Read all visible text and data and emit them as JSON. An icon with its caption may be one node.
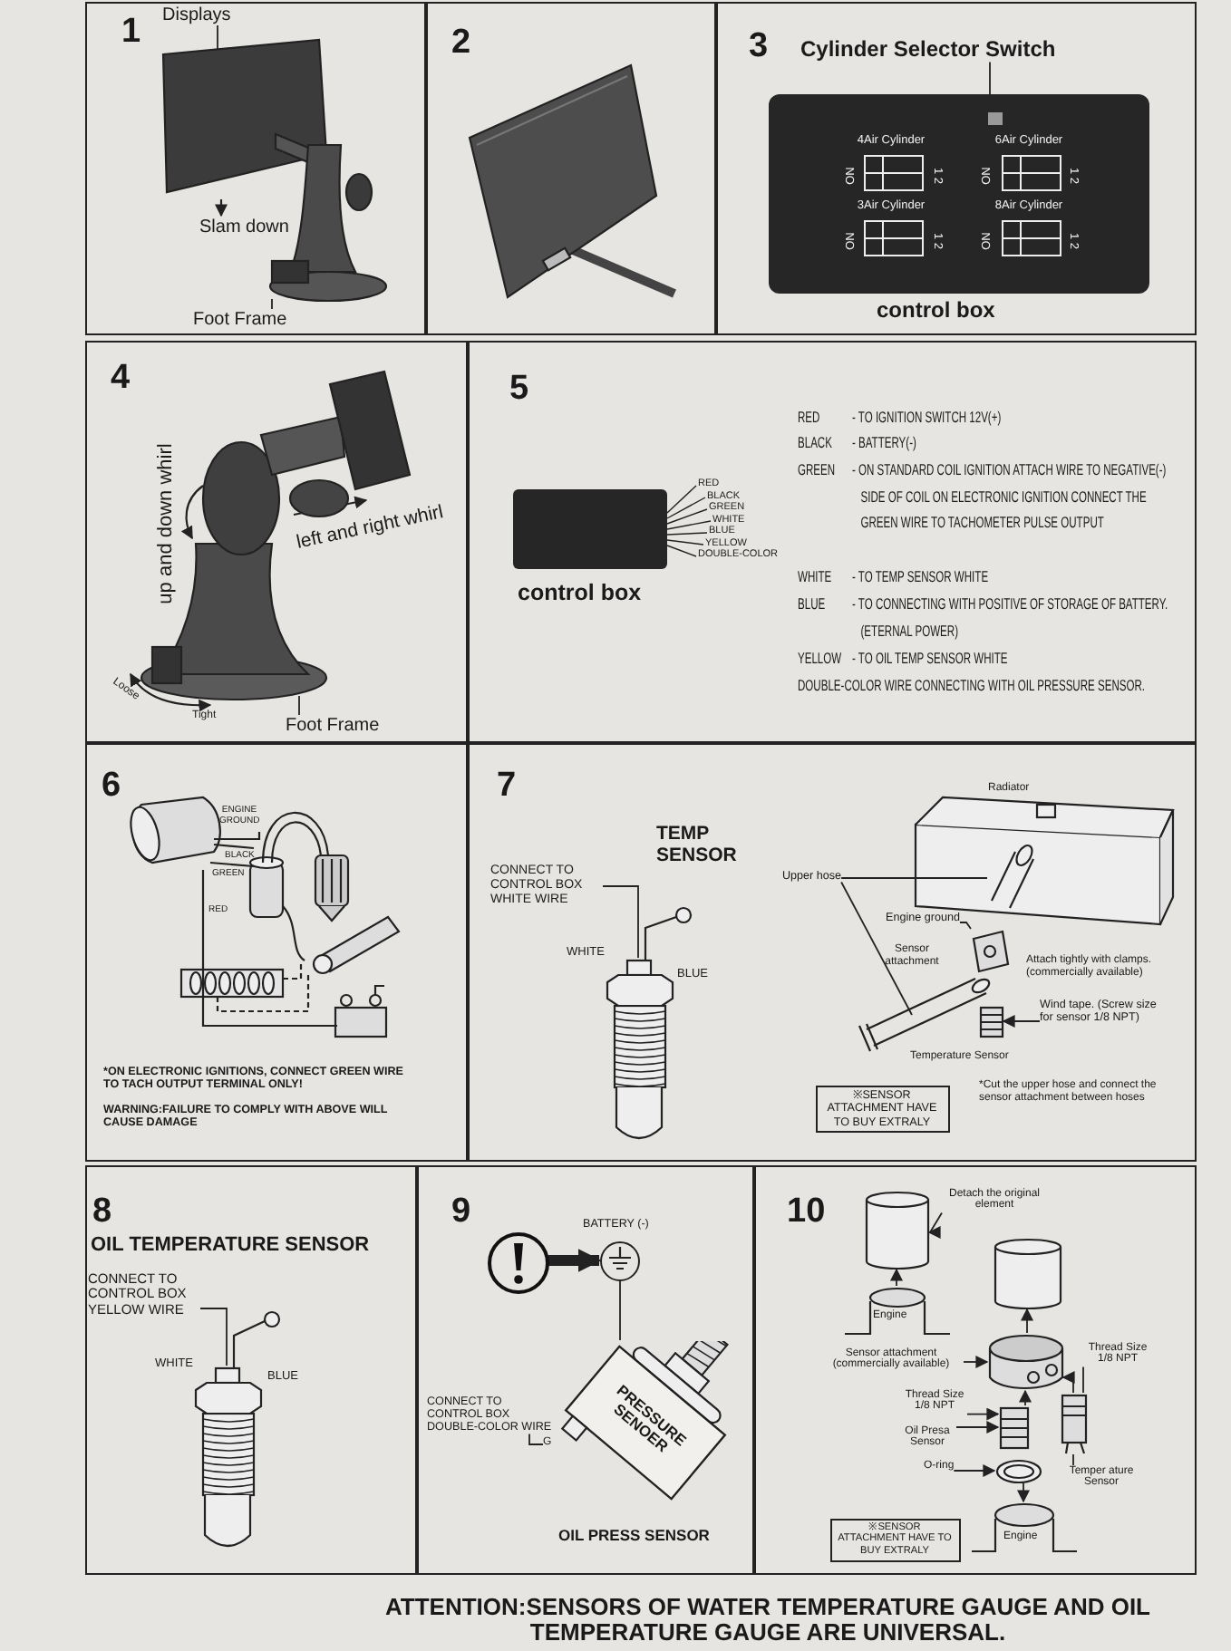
{
  "diagram": {
    "caption": "ATTENTION:SENSORS OF WATER TEMPERATURE GAUGE AND OIL TEMPERATURE GAUGE ARE UNIVERSAL.",
    "nodes": [
      {
        "text": [
          "1"
        ]
      },
      {
        "text": [
          "Displays"
        ],
        "in": 0
      },
      {
        "text": [
          "Foot Frame"
        ],
        "in": 0
      },
      {
        "text": [
          "2"
        ]
      },
      {
        "text": [
          "3"
        ]
      },
      {
        "text": [
          "Cylinder Selector Switch"
        ],
        "in": 4
      },
      {
        "text": [
          "4Air Cylinder",
          "ON",
          "1 2",
          "6Air Cylinder",
          "ON",
          "1 2",
          "3Air Cylinder",
          "ON",
          "1 2",
          "8Air Cylinder",
          "ON",
          "1 2"
        ],
        "in": 4,
        "beside": [
          "control box"
        ]
      },
      {
        "text": [
          "4"
        ]
      },
      {
        "text": [
          "Foot Frame"
        ],
        "in": 7
      },
      {
        "text": [
          "5"
        ]
      },
      {
        "text": [],
        "shape": "box",
        "in": 9,
        "beside": [
          "control box"
        ]
      },
      {
        "text": [
          "6"
        ]
      },
      {
        "text": [
          "7"
        ]
      },
      {
        "text": [
          "CONNECT TO CONTROL BOX WHITE WIRE"
        ],
        "in": 12
      },
      {
        "text": [
          "Upper hose"
        ],
        "in": 12
      },
      {
        "text": [
          "Engine ground"
        ],
        "in": 12
      },
      {
        "text": [
          "Wind tape. (Screw size for sensor 1/8 NPT)"
        ],
        "in": 12
      },
      {
        "text": [
          "※SENSOR ATTACHMENT HAVE TO BUY EXTRALY"
        ],
        "in": 12
      },
      {
        "text": [
          "8"
        ]
      },
      {
        "text": [
          "CONNECT TO CONTROL BOX YELLOW WIRE"
        ],
        "in": 18
      },
      {
        "text": [
          "9"
        ]
      },
      {
        "text": [],
        "shape": "circle",
        "in": 20
      },
      {
        "text": [],
        "shape": "circle",
        "in": 20,
        "beside": [
          "BATTERY (-)"
        ]
      },
      {
        "text": [
          "PRESSURE SENOER"
        ],
        "in": 20
      },
      {
        "text": [
          "CONNECT TO CONTROL BOX DOUBLE-COLOR WIRE"
        ],
        "in": 20
      },
      {
        "text": [
          "10"
        ]
      },
      {
        "text": [
          "Detach the original element"
        ],
        "in": 25
      },
      {
        "text": [
          "Sensor attachment (commercially available)"
        ],
        "in": 25
      },
      {
        "text": [
          "Thread Size 1/8 NPT"
        ],
        "in": 25
      },
      {
        "text": [
          "Thread Size 1/8 NPT"
        ],
        "in": 25
      },
      {
        "text": [
          "Oil Presa Sensor"
        ],
        "in": 25
      },
      {
        "text": [
          "Temper ature Sensor"
        ],
        "in": 25
      },
      {
        "text": [
          "O-ring"
        ],
        "in": 25
      },
      {
        "text": [
          "※SENSOR ATTACHMENT HAVE TO BUY EXTRALY"
        ],
        "in": 25
      },
      {
        "text": [
          "G"
        ],
        "in": 20
      },
      {
        "text": [],
        "shape": "picture",
        "in": 0
      },
      {
        "text": [],
        "shape": "picture",
        "in": 0
      },
      {
        "text": [],
        "shape": "picture",
        "in": 7
      },
      {
        "text": [],
        "shape": "picture",
        "in": 12,
        "beside": [
          "WHITE",
          "BLUE"
        ]
      },
      {
        "text": [],
        "shape": "picture",
        "in": 12
      },
      {
        "text": [],
        "shape": "picture",
        "in": 12
      },
      {
        "text": [],
        "shape": "picture",
        "in": 12
      },
      {
        "text": [],
        "shape": "picture",
        "in": 12
      },
      {
        "text": [],
        "shape": "picture",
        "in": 18,
        "beside": [
          "WHITE",
          "BLUE"
        ]
      },
      {
        "text": [],
        "shape": "picture",
        "in": 25
      },
      {
        "text": [],
        "shape": "picture",
        "in": 25
      },
      {
        "text": [],
        "shape": "picture",
        "in": 25
      },
      {
        "text": [],
        "shape": "cylinder",
        "in": 25
      },
      {
        "text": [
          "Engine"
        ],
        "in": 25
      },
      {
        "text": [],
        "shape": "cylinder",
        "in": 25
      },
      {
        "text": [],
        "shape": "picture",
        "in": 25
      },
      {
        "text": [
          "Engine"
        ],
        "in": 25
      }
    ],
    "edges": [
      {
        "from": 1,
        "to": 35,
        "arrow": "none"
      },
      {
        "from": 2,
        "to": 36,
        "arrow": "none"
      },
      {
        "from": 5,
        "to": 6,
        "arrow": "none"
      },
      {
        "from": 8,
        "to": 37,
        "arrow": "none"
      },
      {
        "from": 21,
        "to": 22,
        "arrow": "to",
        "style": "thick"
      },
      {
        "from": 22,
        "to": 23,
        "arrow": "none"
      },
      {
        "from": 24,
        "to": 34,
        "arrow": "none"
      },
      {
        "from": 13,
        "to": 38,
        "arrow": "none"
      },
      {
        "from": 14,
        "to": 39,
        "arrow": "none"
      },
      {
        "from": 14,
        "to": 40,
        "arrow": "none"
      },
      {
        "from": 15,
        "to": 41,
        "arrow": "none"
      },
      {
        "from": 16,
        "to": 42,
        "arrow": "to"
      },
      {
        "from": 19,
        "to": 43,
        "arrow": "none"
      },
      {
        "from": 26,
        "to": 47,
        "arrow": "to"
      },
      {
        "from": 27,
        "to": 44,
        "arrow": "to"
      },
      {
        "from": 28,
        "to": 46,
        "arrow": "none"
      },
      {
        "from": 29,
        "to": 45,
        "arrow": "to"
      },
      {
        "from": 30,
        "to": 45,
        "arrow": "to"
      },
      {
        "from": 31,
        "to": 46,
        "arrow": "none"
      },
      {
        "from": 32,
        "to": 50,
        "arrow": "to"
      },
      {
        "from": 48,
        "to": 47,
        "arrow": "to"
      },
      {
        "from": 44,
        "to": 49,
        "arrow": "to"
      },
      {
        "from": 45,
        "to": 44,
        "arrow": "to"
      },
      {
        "from": 46,
        "to": 44,
        "arrow": "to"
      },
      {
        "from": 50,
        "to": 51,
        "arrow": "to"
      }
    ],
    "labels": [
      "Slam down",
      "up and down whirl",
      "left and right whirl",
      "Loose",
      "Tight",
      "RED",
      "BLACK",
      "GREEN",
      "WHITE",
      "BLUE",
      "YELLOW",
      "DOUBLE-COLOR",
      "RED",
      "- TO IGNITION SWITCH 12V(+)",
      "BLACK",
      "- BATTERY(-)",
      "GREEN",
      "- ON STANDARD COIL IGNITION ATTACH WIRE TO NEGATIVE(-) SIDE OF COIL ON ELECTRONIC IGNITION CONNECT THE GREEN WIRE TO TACHOMETER PULSE OUTPUT",
      "WHITE",
      "- TO TEMP SENSOR WHITE",
      "BLUE",
      "- TO CONNECTING WITH POSITIVE OF STORAGE OF BATTERY. (ETERNAL POWER)",
      "YELLOW",
      "- TO OIL TEMP SENSOR WHITE",
      "DOUBLE-COLOR WIRE CONNECTING WITH OIL PRESSURE SENSOR.",
      "ENGINE GROUND",
      "BLACK",
      "GREEN",
      "RED",
      "*ON ELECTRONIC IGNITIONS, CONNECT GREEN WIRE TO TACH OUTPUT TERMINAL ONLY!",
      "WARNING:FAILURE TO COMPLY WITH ABOVE WILL CAUSE DAMAGE",
      "TEMP SENSOR",
      "Radiator",
      "Sensor attachment",
      "Attach tightly with clamps. (commercially available)",
      "Temperature Sensor",
      "*Cut the upper hose and connect the sensor attachment between hoses",
      "OIL TEMPERATURE SENSOR",
      "OIL PRESS SENSOR"
    ]
  }
}
